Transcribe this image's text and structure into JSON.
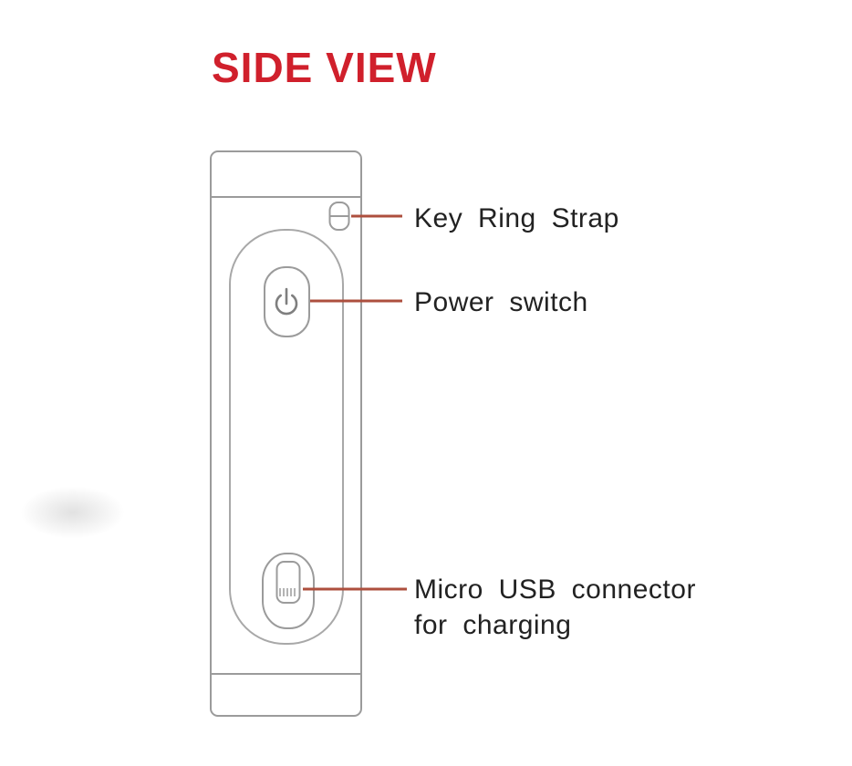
{
  "title": "SIDE VIEW",
  "colors": {
    "title_red": "#d0202c",
    "callout_line": "#ad4f3e",
    "label_text": "#222222",
    "device_outline": "#9b9b9b"
  },
  "labels": {
    "key_ring_strap": "Key Ring Strap",
    "power_switch": "Power switch",
    "micro_usb_line1": "Micro USB connector",
    "micro_usb_line2": "for charging"
  },
  "icons": {
    "power_symbol": "power-icon"
  }
}
